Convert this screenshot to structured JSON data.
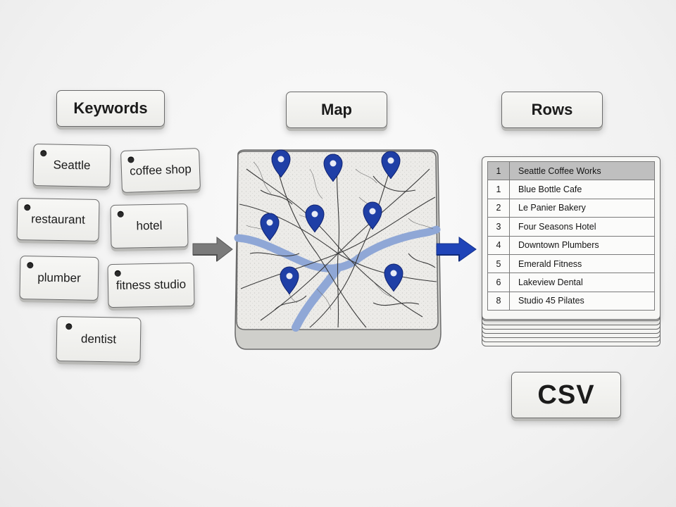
{
  "headers": {
    "keywords": "Keywords",
    "map": "Map",
    "rows": "Rows"
  },
  "keywords": [
    "Seattle",
    "coffee shop",
    "restaurant",
    "hotel",
    "plumber",
    "fitness studio",
    "dentist"
  ],
  "table_rows": [
    {
      "num": "1",
      "name": "Seattle Coffee Works"
    },
    {
      "num": "1",
      "name": "Blue Bottle Cafe"
    },
    {
      "num": "2",
      "name": "Le Panier Bakery"
    },
    {
      "num": "3",
      "name": "Four Seasons Hotel"
    },
    {
      "num": "4",
      "name": "Downtown Plumbers"
    },
    {
      "num": "5",
      "name": "Emerald Fitness"
    },
    {
      "num": "6",
      "name": "Lakeview Dental"
    },
    {
      "num": "8",
      "name": "Studio 45 Pilates"
    }
  ],
  "output_label": "CSV",
  "colors": {
    "pin": "#1f3fa6",
    "river": "#8fa7d6",
    "arrow_right": "#1f44b8",
    "arrow_left": "#7a7a7a"
  },
  "icons": {
    "map_pin": "map-pin-icon",
    "arrow": "arrow-right-icon"
  }
}
